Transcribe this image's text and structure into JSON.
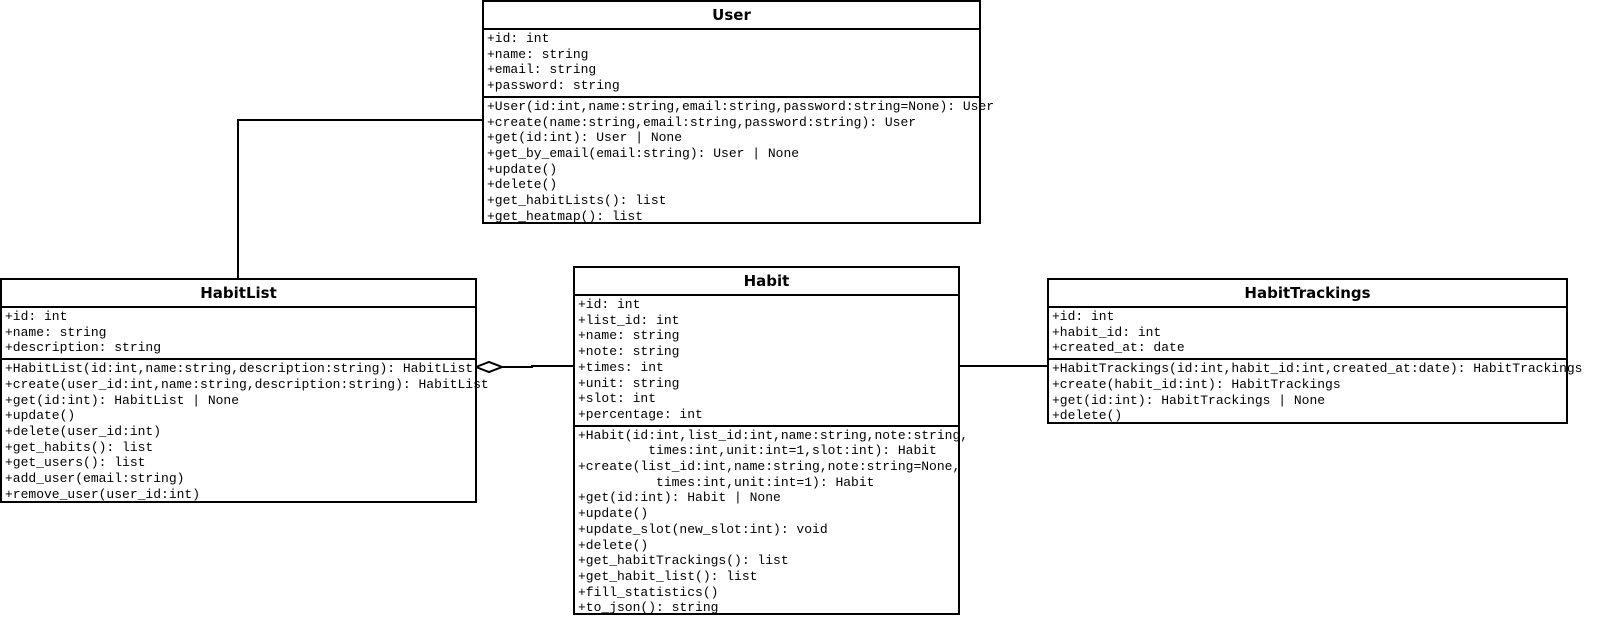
{
  "classes": {
    "user": {
      "name": "User",
      "attributes": [
        "+id: int",
        "+name: string",
        "+email: string",
        "+password: string"
      ],
      "methods": [
        "+User(id:int,name:string,email:string,password:string=None): User",
        "+create(name:string,email:string,password:string): User",
        "+get(id:int): User | None",
        "+get_by_email(email:string): User | None",
        "+update()",
        "+delete()",
        "+get_habitLists(): list",
        "+get_heatmap(): list"
      ]
    },
    "habitlist": {
      "name": "HabitList",
      "attributes": [
        "+id: int",
        "+name: string",
        "+description: string"
      ],
      "methods": [
        "+HabitList(id:int,name:string,description:string): HabitList",
        "+create(user_id:int,name:string,description:string): HabitList",
        "+get(id:int): HabitList | None",
        "+update()",
        "+delete(user_id:int)",
        "+get_habits(): list",
        "+get_users(): list",
        "+add_user(email:string)",
        "+remove_user(user_id:int)"
      ]
    },
    "habit": {
      "name": "Habit",
      "attributes": [
        "+id: int",
        "+list_id: int",
        "+name: string",
        "+note: string",
        "+times: int",
        "+unit: string",
        "+slot: int",
        "+percentage: int"
      ],
      "methods": [
        "+Habit(id:int,list_id:int,name:string,note:string,",
        "         times:int,unit:int=1,slot:int): Habit",
        "+create(list_id:int,name:string,note:string=None,",
        "          times:int,unit:int=1): Habit",
        "+get(id:int): Habit | None",
        "+update()",
        "+update_slot(new_slot:int): void",
        "+delete()",
        "+get_habitTrackings(): list",
        "+get_habit_list(): list",
        "+fill_statistics()",
        "+to_json(): string"
      ]
    },
    "habittrackings": {
      "name": "HabitTrackings",
      "attributes": [
        "+id: int",
        "+habit_id: int",
        "+created_at: date"
      ],
      "methods": [
        "+HabitTrackings(id:int,habit_id:int,created_at:date): HabitTrackings",
        "+create(habit_id:int): HabitTrackings",
        "+get(id:int): HabitTrackings | None",
        "+delete()"
      ]
    }
  },
  "relations": [
    {
      "from": "User",
      "to": "HabitList",
      "type": "association"
    },
    {
      "from": "HabitList",
      "to": "Habit",
      "type": "aggregation"
    },
    {
      "from": "Habit",
      "to": "HabitTrackings",
      "type": "association"
    }
  ]
}
